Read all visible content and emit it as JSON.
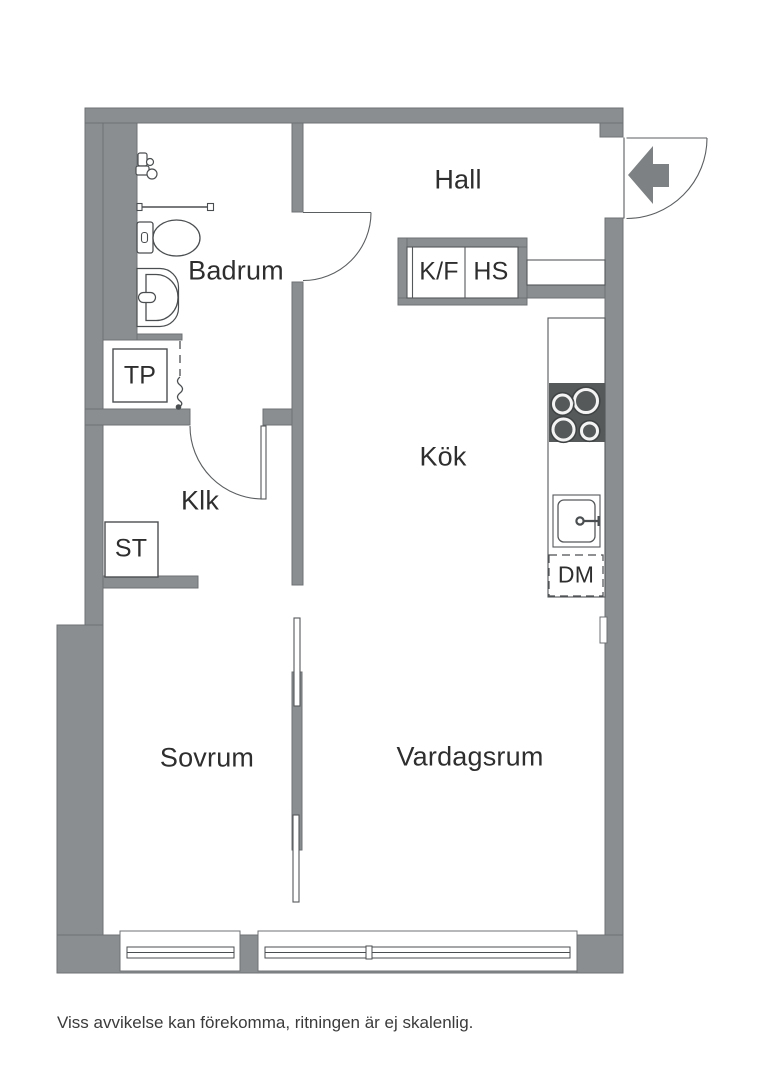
{
  "rooms": {
    "hall": "Hall",
    "badrum": "Badrum",
    "kok": "Kök",
    "klk": "Klk",
    "sovrum": "Sovrum",
    "vardagsrum": "Vardagsrum"
  },
  "closets": {
    "tp": "TP",
    "st": "ST",
    "kf": "K/F",
    "hs": "HS",
    "dm": "DM"
  },
  "footer": {
    "disclaimer": "Viss avvikelse kan förekomma, ritningen är ej skalenlig."
  },
  "colors": {
    "wall": "#8a8e90",
    "wall_outline": "#6e7173",
    "fixture_line": "#4b4e50",
    "stove_fill": "#56595a",
    "entrance_arrow": "#7d8183",
    "label_text": "#2e2e2e",
    "background": "#ffffff"
  },
  "icons": {
    "entrance": "entrance-arrow-icon",
    "toilet": "toilet-icon",
    "bathroom_sink": "sink-icon",
    "shower": "shower-mixer-icon",
    "curtain_rod": "curtain-rod-icon",
    "stove": "stove-burners-icon",
    "kitchen_sink": "kitchen-sink-icon",
    "dishwasher": "dishwasher-dashed-box",
    "washer_column": "tp-dashed-opening"
  }
}
